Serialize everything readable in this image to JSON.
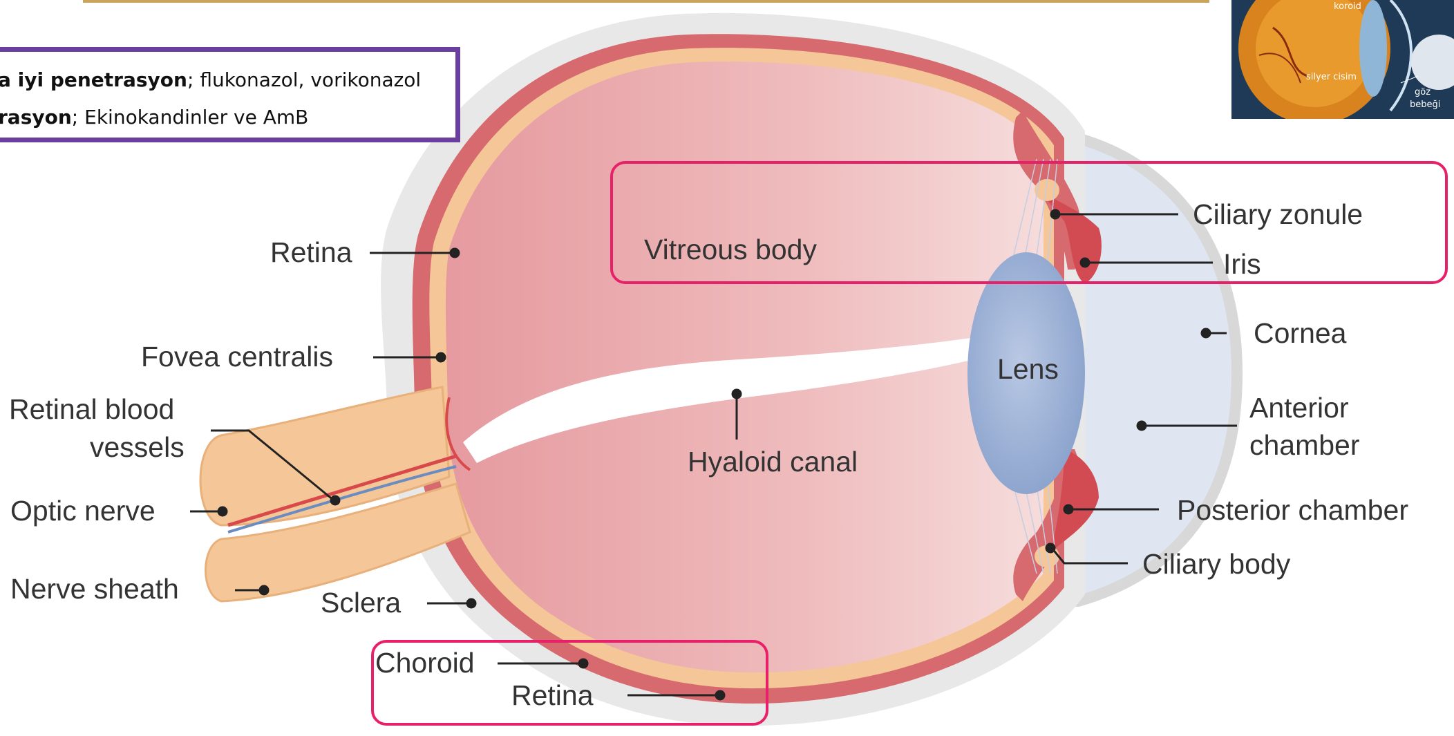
{
  "note": {
    "line1_bold": "a iyi penetrasyon",
    "line1_rest": "; flukonazol, vorikonazol",
    "line2_bold": "rasyon",
    "line2_rest": "; Ekinokandinler ve AmB"
  },
  "thumbnail": {
    "label_koroid": "koroid",
    "label_silyer": "silyer cisim",
    "label_goz": "göz",
    "label_bebegi": "bebeği"
  },
  "labels": {
    "retina_top": "Retina",
    "fovea": "Fovea centralis",
    "retinal_blood_1": "Retinal blood",
    "retinal_blood_2": "vessels",
    "optic_nerve": "Optic nerve",
    "nerve_sheath": "Nerve sheath",
    "sclera": "Sclera",
    "choroid": "Choroid",
    "retina_bottom": "Retina",
    "vitreous": "Vitreous body",
    "hyaloid": "Hyaloid canal",
    "lens": "Lens",
    "ciliary_zonule": "Ciliary zonule",
    "iris": "Iris",
    "cornea": "Cornea",
    "anterior_1": "Anterior",
    "anterior_2": "chamber",
    "posterior": "Posterior chamber",
    "ciliary_body": "Ciliary body"
  },
  "colors": {
    "highlight_box": "#e8206a",
    "note_border": "#6b3fa0",
    "top_bar": "#c9a45a"
  }
}
